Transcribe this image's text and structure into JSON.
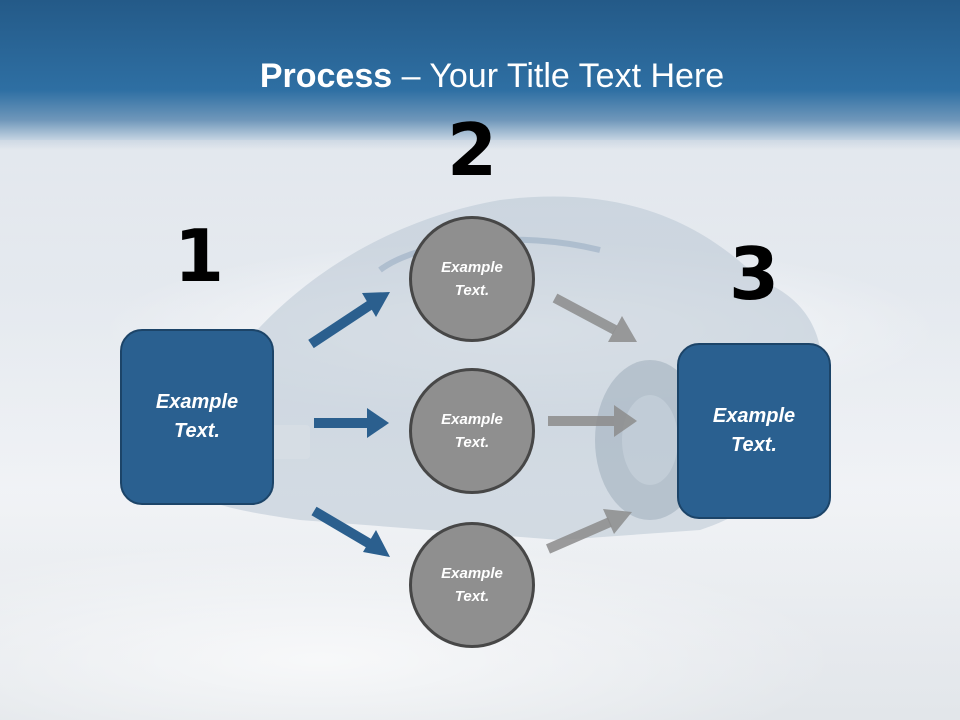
{
  "title": {
    "strong": "Process",
    "dash": " – ",
    "rest": "Your Title Text Here"
  },
  "steps": [
    {
      "number": "1",
      "label": "Example Text."
    },
    {
      "number": "2",
      "items": [
        {
          "label": "Example Text."
        },
        {
          "label": "Example Text."
        },
        {
          "label": "Example Text."
        }
      ]
    },
    {
      "number": "3",
      "label": "Example Text."
    }
  ],
  "colors": {
    "header": "#2e6fa3",
    "box": "#2a6090",
    "box_arrow": "#2b5f8e",
    "circle": "#8f8f8f",
    "grey_arrow": "#8c8c8c"
  }
}
